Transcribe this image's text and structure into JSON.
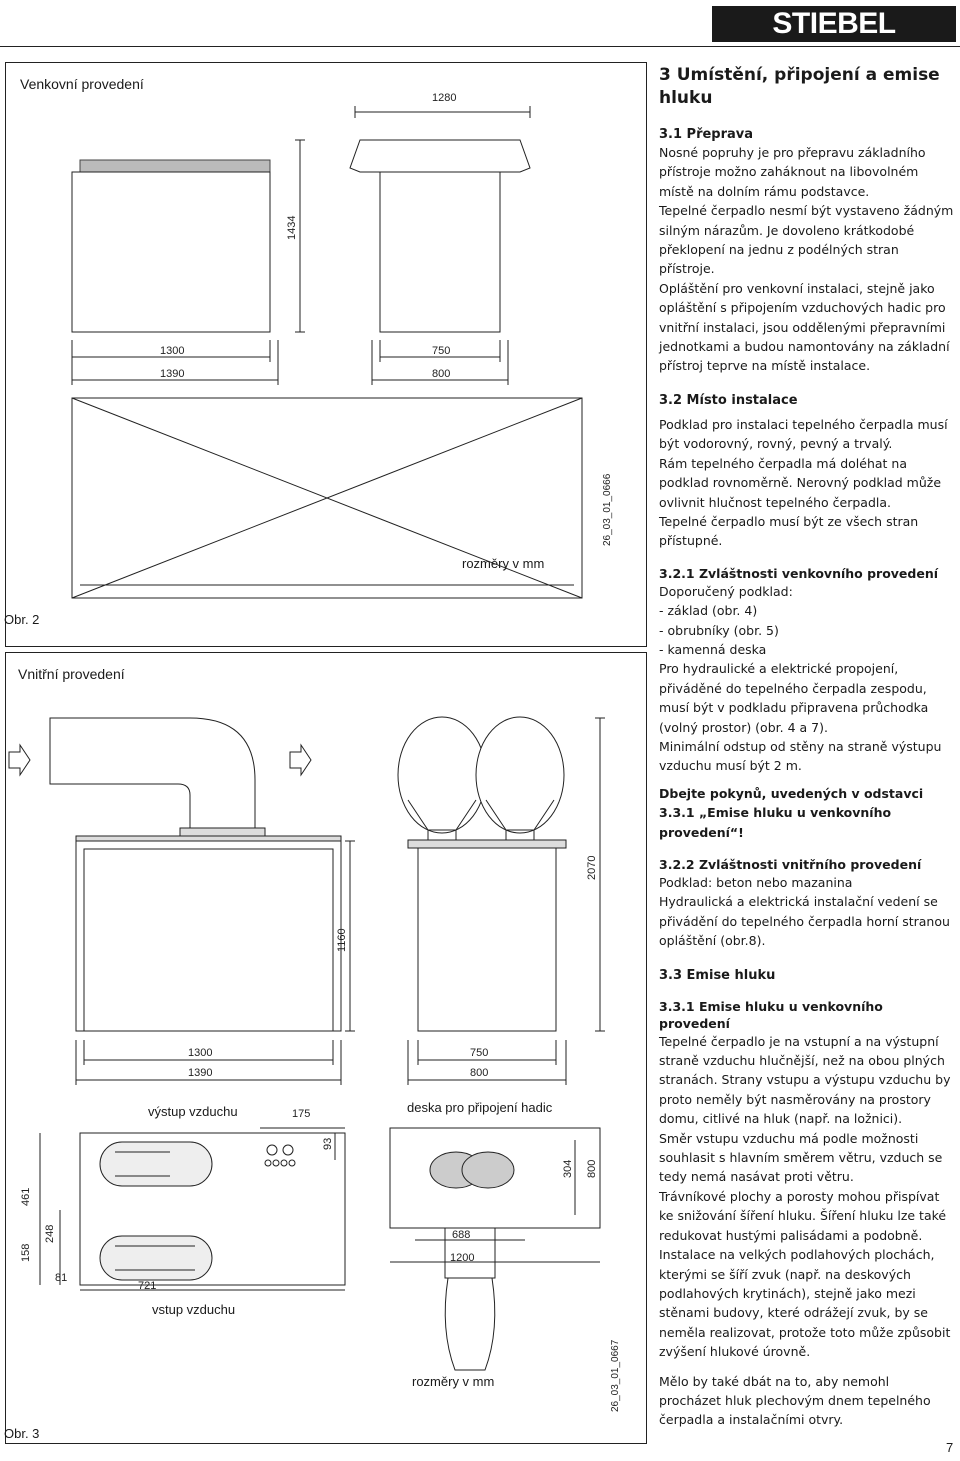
{
  "brand": "STIEBEL ELTRON",
  "figure1": {
    "title": "Venkovní provedení",
    "dims": {
      "top_width": "1280",
      "height": "1434",
      "w1": "1300",
      "w2": "1390",
      "d1": "750",
      "d2": "800"
    },
    "units_note": "rozměry v mm",
    "code": "26_03_01_0666",
    "caption": "Obr. 2"
  },
  "figure2": {
    "title": "Vnitřní provedení",
    "dims": {
      "height_left": "1160",
      "height_right": "2070",
      "w1": "1300",
      "w2": "1390",
      "d1": "750",
      "d2": "800"
    },
    "plan": {
      "outlet_label": "výstup vzduchu",
      "inlet_label": "vstup vzduchu",
      "plate_label": "deska pro připojení hadic",
      "d175": "175",
      "d93": "93",
      "d461": "461",
      "d158": "158",
      "d248": "248",
      "d81": "81",
      "d721": "721",
      "d304": "304",
      "d800": "800",
      "d688": "688",
      "d1200": "1200"
    },
    "units_note": "rozměry v mm",
    "code": "26_03_01_0667",
    "caption": "Obr. 3"
  },
  "text": {
    "h_main": "3 Umístění, připojení a emise hluku",
    "h_31": "3.1 Přeprava",
    "p_31a": "Nosné popruhy je pro přepravu základního přístroje možno zaháknout na libovolném místě na dolním rámu podstavce.",
    "p_31b": "Tepelné čerpadlo nesmí být vystaveno žádným silným nárazům. Je dovoleno krátkodobé překlopení na jednu z podélných stran přístroje.",
    "p_31c": "Opláštění pro venkovní instalaci, stejně jako opláštění s připojením vzduchových hadic pro vnitřní instalaci, jsou oddělenými přepravními jednotkami a budou namontovány na základní přístroj teprve na místě instalace.",
    "h_32": "3.2 Místo instalace",
    "p_32a": "Podklad pro instalaci tepelného čerpadla musí být vodorovný, rovný, pevný a trvalý.",
    "p_32b": "Rám tepelného čerpadla má doléhat na podklad rovnoměrně. Nerovný podklad může ovlivnit hlučnost tepelného čerpadla.",
    "p_32c": "Tepelné čerpadlo musí být ze všech stran přístupné.",
    "h_321": "3.2.1 Zvláštnosti venkovního provedení",
    "p_321a": "Doporučený podklad:",
    "p_321b": "- základ (obr. 4)",
    "p_321c": "- obrubníky (obr. 5)",
    "p_321d": "- kamenná deska",
    "p_321e": "Pro hydraulické a elektrické propojení, přiváděné do tepelného čerpadla zespodu, musí být v podkladu připravena průchodka (volný prostor) (obr. 4 a 7).",
    "p_321f": "Minimální odstup od stěny na straně výstupu vzduchu musí být 2 m.",
    "p_321g": "Dbejte pokynů, uvedených v odstavci 3.3.1 „Emise hluku u venkovního provedení“!",
    "h_322": "3.2.2 Zvláštnosti vnitřního provedení",
    "p_322a": "Podklad: beton nebo mazanina",
    "p_322b": "Hydraulická a elektrická instalační vedení se přivádění do tepelného čerpadla horní stranou opláštění (obr.8).",
    "h_33": "3.3 Emise hluku",
    "h_331": "3.3.1 Emise hluku u venkovního provedení",
    "p_331a": "Tepelné čerpadlo je na vstupní a na výstupní straně vzduchu hlučnější, než na obou plných stranách. Strany vstupu a výstupu vzduchu by proto neměly být nasměrovány na prostory domu, citlivé na hluk (např. na ložnici).",
    "p_331b": "Směr vstupu vzduchu má podle možnosti souhlasit s hlavním směrem větru, vzduch se tedy nemá nasávat proti větru.",
    "p_331c": "Trávníkové plochy a porosty mohou přispívat ke snižování šíření hluku. Šíření hluku lze také redukovat hustými palisádami a podobně.",
    "p_331d": "Instalace na velkých podlahových plochách, kterými se šíří zvuk (např. na deskových podlahových krytinách), stejně jako mezi stěnami budovy, které odrážejí zvuk, by se neměla realizovat, protože toto může způsobit zvýšení hlukové úrovně.",
    "p_331e": "Mělo by také dbát na to, aby nemohl procházet hluk plechovým dnem tepelného čerpadla a instalačními otvry."
  },
  "page_number": "7"
}
